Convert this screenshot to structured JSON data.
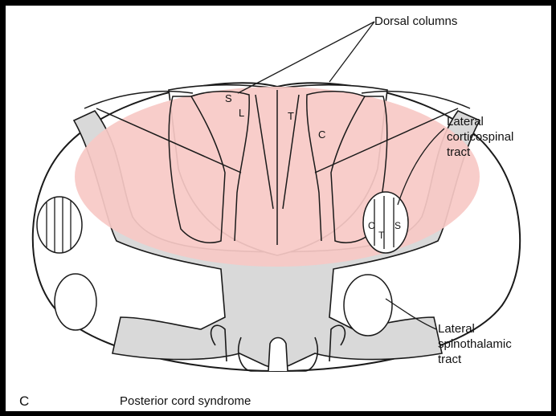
{
  "figure": {
    "panel_letter": "C",
    "caption": "Posterior cord syndrome"
  },
  "labels": {
    "dorsal_columns": "Dorsal columns",
    "lateral_corticospinal": [
      "Lateral",
      "corticospinal",
      "tract"
    ],
    "lateral_spinothalamic": [
      "Lateral",
      "spinothalamic",
      "tract"
    ]
  },
  "column_letters": {
    "s": "S",
    "l": "L",
    "t": "T",
    "c": "C"
  },
  "tract_letters": {
    "c": "C",
    "t": "T",
    "s": "S"
  },
  "colors": {
    "lesion": "#f7c9c6",
    "gray_matter": "#d9d9d9",
    "outline": "#1a1a1a"
  }
}
